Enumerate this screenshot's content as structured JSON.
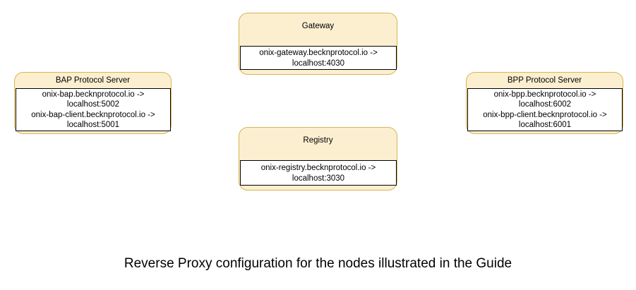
{
  "diagram": {
    "background_color": "#ffffff",
    "node_fill_color": "#fbefd0",
    "node_border_color": "#d6b656",
    "body_border_color": "#000000",
    "caption": "Reverse Proxy configuration for the nodes illustrated in the Guide",
    "nodes": [
      {
        "id": "gateway",
        "title": "Gateway",
        "entries": [
          "onix-gateway.becknprotocol.io ->",
          "localhost:4030"
        ]
      },
      {
        "id": "registry",
        "title": "Registry",
        "entries": [
          "onix-registry.becknprotocol.io ->",
          "localhost:3030"
        ]
      },
      {
        "id": "bap",
        "title": "BAP Protocol Server",
        "entries": [
          "onix-bap.becknprotocol.io ->",
          "localhost:5002",
          "onix-bap-client.becknprotocol.io ->",
          "localhost:5001"
        ]
      },
      {
        "id": "bpp",
        "title": "BPP Protocol Server",
        "entries": [
          "onix-bpp.becknprotocol.io ->",
          "localhost:6002",
          "onix-bpp-client.becknprotocol.io ->",
          "localhost:6001"
        ]
      }
    ]
  }
}
